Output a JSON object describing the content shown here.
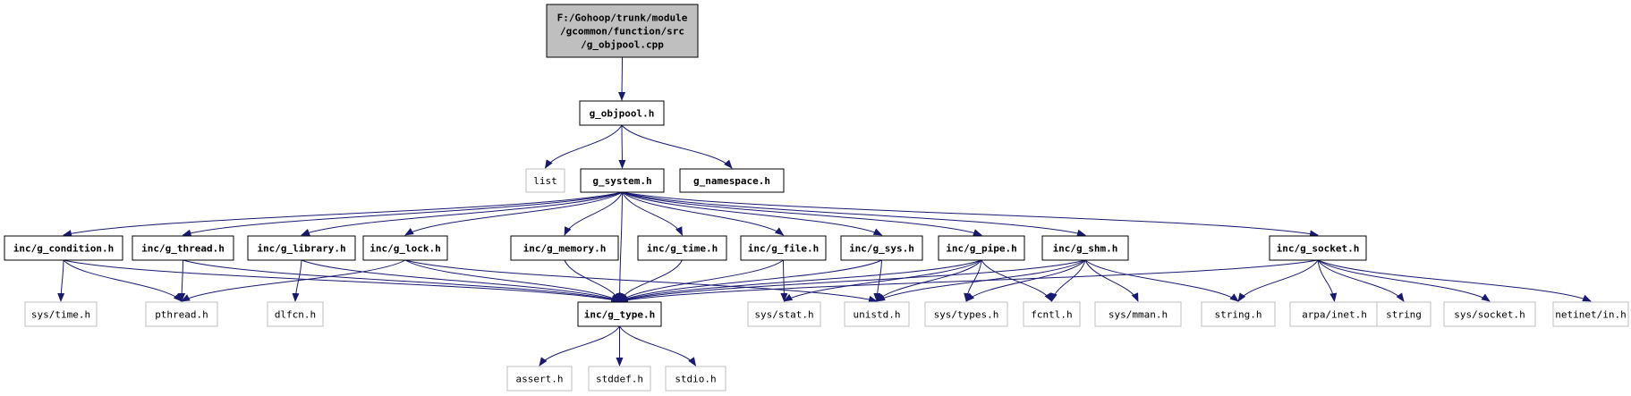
{
  "colors": {
    "edge": "#191970",
    "box_border": "#000000",
    "ext_border": "#bfbfbf",
    "root_fill": "#bfbfbf",
    "box_fill": "#ffffff"
  },
  "nodes": [
    {
      "id": "root",
      "lines": [
        "F:/Gohoop/trunk/module",
        "/gcommon/function/src",
        "/g_objpool.cpp"
      ],
      "kind": "root"
    },
    {
      "id": "g_objpool",
      "lines": [
        "g_objpool.h"
      ],
      "kind": "local"
    },
    {
      "id": "list",
      "lines": [
        "list"
      ],
      "kind": "external"
    },
    {
      "id": "g_system",
      "lines": [
        "g_system.h"
      ],
      "kind": "local"
    },
    {
      "id": "g_namespace",
      "lines": [
        "g_namespace.h"
      ],
      "kind": "local"
    },
    {
      "id": "g_condition",
      "lines": [
        "inc/g_condition.h"
      ],
      "kind": "local"
    },
    {
      "id": "g_thread",
      "lines": [
        "inc/g_thread.h"
      ],
      "kind": "local"
    },
    {
      "id": "g_library",
      "lines": [
        "inc/g_library.h"
      ],
      "kind": "local"
    },
    {
      "id": "g_lock",
      "lines": [
        "inc/g_lock.h"
      ],
      "kind": "local"
    },
    {
      "id": "g_memory",
      "lines": [
        "inc/g_memory.h"
      ],
      "kind": "local"
    },
    {
      "id": "g_time",
      "lines": [
        "inc/g_time.h"
      ],
      "kind": "local"
    },
    {
      "id": "g_file",
      "lines": [
        "inc/g_file.h"
      ],
      "kind": "local"
    },
    {
      "id": "g_sys",
      "lines": [
        "inc/g_sys.h"
      ],
      "kind": "local"
    },
    {
      "id": "g_pipe",
      "lines": [
        "inc/g_pipe.h"
      ],
      "kind": "local"
    },
    {
      "id": "g_shm",
      "lines": [
        "inc/g_shm.h"
      ],
      "kind": "local"
    },
    {
      "id": "g_socket",
      "lines": [
        "inc/g_socket.h"
      ],
      "kind": "local"
    },
    {
      "id": "sys_time",
      "lines": [
        "sys/time.h"
      ],
      "kind": "external"
    },
    {
      "id": "pthread",
      "lines": [
        "pthread.h"
      ],
      "kind": "external"
    },
    {
      "id": "dlfcn",
      "lines": [
        "dlfcn.h"
      ],
      "kind": "external"
    },
    {
      "id": "g_type",
      "lines": [
        "inc/g_type.h"
      ],
      "kind": "local"
    },
    {
      "id": "sys_stat",
      "lines": [
        "sys/stat.h"
      ],
      "kind": "external"
    },
    {
      "id": "unistd",
      "lines": [
        "unistd.h"
      ],
      "kind": "external"
    },
    {
      "id": "sys_types",
      "lines": [
        "sys/types.h"
      ],
      "kind": "external"
    },
    {
      "id": "fcntl",
      "lines": [
        "fcntl.h"
      ],
      "kind": "external"
    },
    {
      "id": "sys_mman",
      "lines": [
        "sys/mman.h"
      ],
      "kind": "external"
    },
    {
      "id": "string_h",
      "lines": [
        "string.h"
      ],
      "kind": "external"
    },
    {
      "id": "arpa_inet",
      "lines": [
        "arpa/inet.h"
      ],
      "kind": "external"
    },
    {
      "id": "string",
      "lines": [
        "string"
      ],
      "kind": "external"
    },
    {
      "id": "sys_socket",
      "lines": [
        "sys/socket.h"
      ],
      "kind": "external"
    },
    {
      "id": "netinet_in",
      "lines": [
        "netinet/in.h"
      ],
      "kind": "external"
    },
    {
      "id": "assert",
      "lines": [
        "assert.h"
      ],
      "kind": "external"
    },
    {
      "id": "stddef",
      "lines": [
        "stddef.h"
      ],
      "kind": "external"
    },
    {
      "id": "stdio",
      "lines": [
        "stdio.h"
      ],
      "kind": "external"
    }
  ],
  "edges": [
    [
      "root",
      "g_objpool"
    ],
    [
      "g_objpool",
      "list"
    ],
    [
      "g_objpool",
      "g_system"
    ],
    [
      "g_objpool",
      "g_namespace"
    ],
    [
      "g_system",
      "g_condition"
    ],
    [
      "g_system",
      "g_thread"
    ],
    [
      "g_system",
      "g_library"
    ],
    [
      "g_system",
      "g_lock"
    ],
    [
      "g_system",
      "g_type"
    ],
    [
      "g_system",
      "g_memory"
    ],
    [
      "g_system",
      "g_time"
    ],
    [
      "g_system",
      "g_file"
    ],
    [
      "g_system",
      "g_sys"
    ],
    [
      "g_system",
      "g_pipe"
    ],
    [
      "g_system",
      "g_shm"
    ],
    [
      "g_system",
      "g_socket"
    ],
    [
      "g_condition",
      "sys_time"
    ],
    [
      "g_condition",
      "pthread"
    ],
    [
      "g_condition",
      "g_type"
    ],
    [
      "g_thread",
      "pthread"
    ],
    [
      "g_thread",
      "g_type"
    ],
    [
      "g_library",
      "dlfcn"
    ],
    [
      "g_library",
      "g_type"
    ],
    [
      "g_lock",
      "pthread"
    ],
    [
      "g_lock",
      "g_type"
    ],
    [
      "g_lock",
      "unistd"
    ],
    [
      "g_memory",
      "g_type"
    ],
    [
      "g_time",
      "g_type"
    ],
    [
      "g_file",
      "g_type"
    ],
    [
      "g_file",
      "sys_stat"
    ],
    [
      "g_sys",
      "g_type"
    ],
    [
      "g_sys",
      "unistd"
    ],
    [
      "g_pipe",
      "g_type"
    ],
    [
      "g_pipe",
      "sys_stat"
    ],
    [
      "g_pipe",
      "unistd"
    ],
    [
      "g_pipe",
      "sys_types"
    ],
    [
      "g_pipe",
      "fcntl"
    ],
    [
      "g_shm",
      "g_type"
    ],
    [
      "g_shm",
      "unistd"
    ],
    [
      "g_shm",
      "sys_types"
    ],
    [
      "g_shm",
      "fcntl"
    ],
    [
      "g_shm",
      "sys_mman"
    ],
    [
      "g_shm",
      "string_h"
    ],
    [
      "g_socket",
      "g_type"
    ],
    [
      "g_socket",
      "string_h"
    ],
    [
      "g_socket",
      "arpa_inet"
    ],
    [
      "g_socket",
      "string"
    ],
    [
      "g_socket",
      "sys_socket"
    ],
    [
      "g_socket",
      "netinet_in"
    ],
    [
      "g_type",
      "assert"
    ],
    [
      "g_type",
      "stddef"
    ],
    [
      "g_type",
      "stdio"
    ]
  ]
}
